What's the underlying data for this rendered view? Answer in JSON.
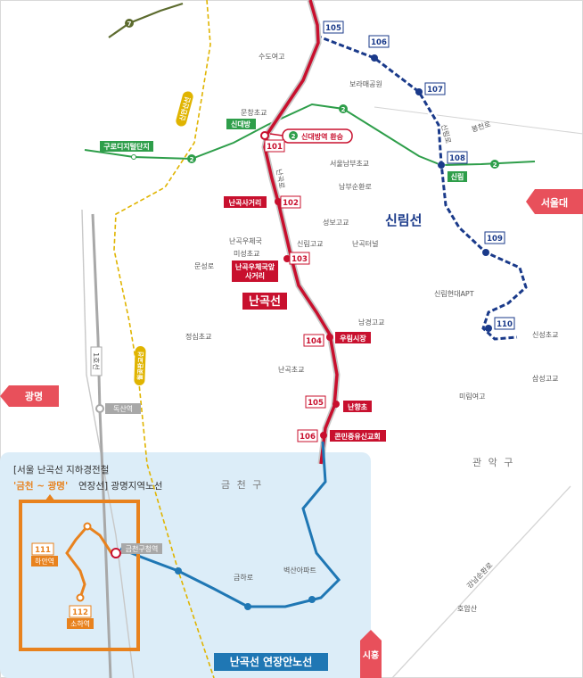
{
  "areas": {
    "gwanak": "관 악 구",
    "geumcheon": "금 천 구"
  },
  "places": [
    {
      "id": "sudo-hs",
      "text": "수도여고"
    },
    {
      "id": "boramae",
      "text": "보라매공원"
    },
    {
      "id": "munchang",
      "text": "문창초교"
    },
    {
      "id": "bongcheon-ro",
      "text": "봉천로"
    },
    {
      "id": "seoulnambu",
      "text": "서울남부초교"
    },
    {
      "id": "nambusunhwan",
      "text": "남부순환로"
    },
    {
      "id": "sinlim-ro",
      "text": "신림로"
    },
    {
      "id": "seongbo",
      "text": "성보고교"
    },
    {
      "id": "sillim-hs",
      "text": "신림고교"
    },
    {
      "id": "nangok-tunnel",
      "text": "난곡터널"
    },
    {
      "id": "nangok-post",
      "text": "난곡우체국"
    },
    {
      "id": "miseong",
      "text": "미성초교"
    },
    {
      "id": "munseong-ro",
      "text": "문성로"
    },
    {
      "id": "sillim-hyundai",
      "text": "신림현대APT"
    },
    {
      "id": "jeongsim",
      "text": "정심초교"
    },
    {
      "id": "namgyeong",
      "text": "남경고교"
    },
    {
      "id": "sinseong",
      "text": "신성초교"
    },
    {
      "id": "nangok-es",
      "text": "난곡초교"
    },
    {
      "id": "samseong",
      "text": "삼성고교"
    },
    {
      "id": "mirim",
      "text": "미림여고"
    },
    {
      "id": "nangok-ro",
      "text": "난곡로"
    },
    {
      "id": "geumha-ro",
      "text": "금하로"
    },
    {
      "id": "byeoksan",
      "text": "벽산아파트"
    },
    {
      "id": "gangnam-sunhwan",
      "text": "강남순환로"
    },
    {
      "id": "hoamsan",
      "text": "호암산"
    }
  ],
  "lines": {
    "sillim": {
      "label": "신림선",
      "color": "#1a3a8a"
    },
    "nangok": {
      "label": "난곡선",
      "color": "#c8102e"
    },
    "line2_badge": "2",
    "line7_badge": "7",
    "line1_label": "1호선",
    "sinansan": "신안산선",
    "wolgot": "월곶판교선",
    "extension": "난곡선 연장안노선"
  },
  "colors": {
    "red": "#c8102e",
    "green": "#2e9e4a",
    "navy": "#1a3a8a",
    "blue": "#1f77b4",
    "orange": "#e8821e",
    "gray": "#9a9a9a",
    "yellow": "#e0b400"
  },
  "stations": {
    "s101": {
      "num": "101",
      "name": "신대방"
    },
    "s102": {
      "num": "102",
      "name": "난곡사거리"
    },
    "s103": {
      "num": "103",
      "name": "난곡우체국앞\n사거리"
    },
    "s103_name1": "난곡우체국앞",
    "s103_name2": "사거리",
    "s104": {
      "num": "104",
      "name": "우림시장"
    },
    "s105": {
      "num": "105",
      "name": "난향초"
    },
    "s106": {
      "num": "106",
      "name": "콘민중유신교회"
    },
    "s111": {
      "num": "111",
      "name": "하안역"
    },
    "s112": {
      "num": "112",
      "name": "소하역"
    },
    "geumcheon_office": "금천구청역",
    "doksan": "독산역",
    "sindaebang_transfer": "신대방역 환승",
    "guro_digital": "구로디지털단지",
    "sillim_st": "신림",
    "sillim_nums": [
      "105",
      "106",
      "107",
      "108",
      "109",
      "110"
    ]
  },
  "directions": {
    "seoul_univ": "서울대",
    "gwangmyeong": "광명",
    "siheung": "시흥"
  },
  "inset": {
    "line1": "[서울 난곡선 지하경전철",
    "highlight": "'금천 ~ 광명'",
    "line2_rest": "연장선] 광명지역노선"
  }
}
